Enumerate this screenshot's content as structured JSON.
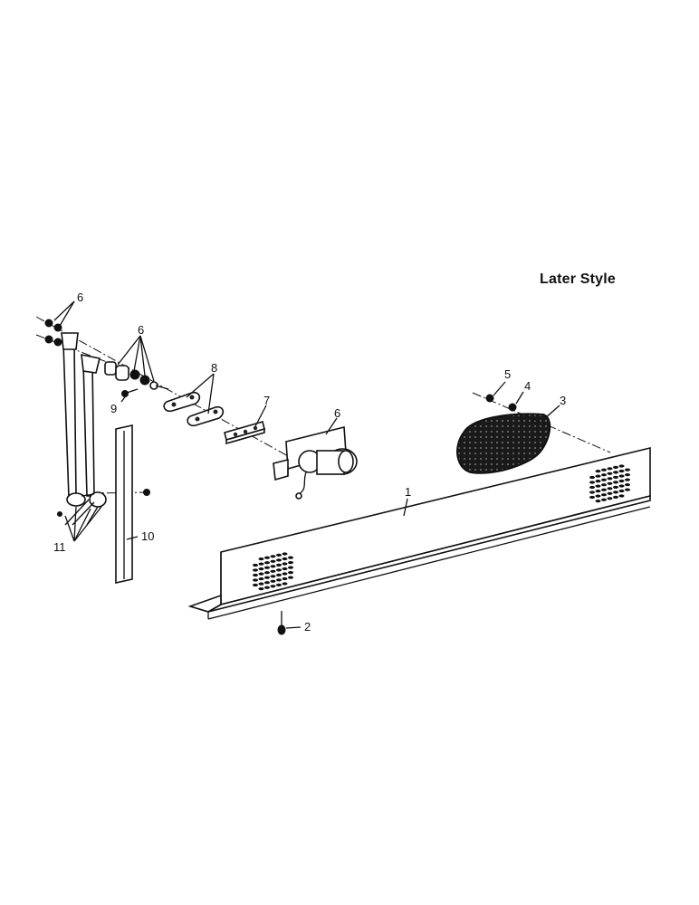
{
  "caption": "Later Style",
  "callouts": {
    "c1": "1",
    "c2": "2",
    "c3": "3",
    "c4": "4",
    "c5": "5",
    "c6a": "6",
    "c6b": "6",
    "c6c": "6",
    "c7": "7",
    "c8": "8",
    "c9": "9",
    "c10": "10",
    "c11": "11"
  }
}
